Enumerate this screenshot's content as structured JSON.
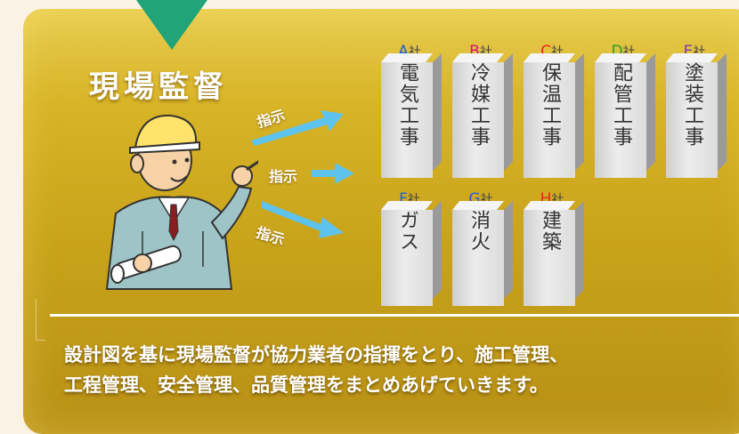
{
  "title": "現場監督",
  "instruction_label": "指示",
  "arrows": [
    {
      "label": "指示"
    },
    {
      "label": "指示"
    },
    {
      "label": "指示"
    }
  ],
  "companies_row1": [
    {
      "letter": "A",
      "suffix": "社",
      "color": "#1f5fd6",
      "text": "電気工事"
    },
    {
      "letter": "B",
      "suffix": "社",
      "color": "#d0147a",
      "text": "冷媒工事"
    },
    {
      "letter": "C",
      "suffix": "社",
      "color": "#e5281f",
      "text": "保温工事"
    },
    {
      "letter": "D",
      "suffix": "社",
      "color": "#2a9b2a",
      "text": "配管工事"
    },
    {
      "letter": "E",
      "suffix": "社",
      "color": "#7a3aa8",
      "text": "塗装工事"
    }
  ],
  "companies_row2": [
    {
      "letter": "F",
      "suffix": "社",
      "color": "#1f5fd6",
      "text": "ガス"
    },
    {
      "letter": "G",
      "suffix": "社",
      "color": "#1f5fd6",
      "text": "消火"
    },
    {
      "letter": "H",
      "suffix": "社",
      "color": "#e5281f",
      "text": "建築"
    }
  ],
  "description_line1": "設計図を基に現場監督が協力業者の指揮をとり、施工管理、",
  "description_line2": "工程管理、安全管理、品質管理をまとめあげていきます。",
  "colors": {
    "panel": "#d3ae22",
    "pointer": "#21a477",
    "arrow": "#5ec3ec"
  }
}
